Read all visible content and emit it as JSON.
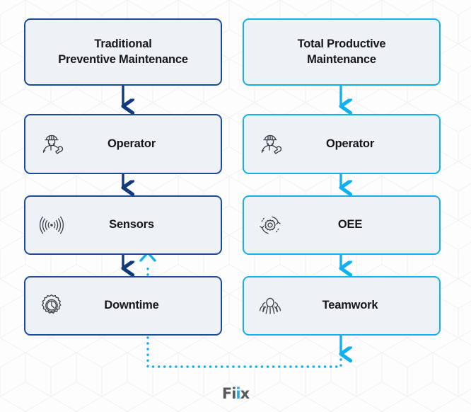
{
  "diagram": {
    "title": "Traditional Preventive Maintenance vs Total Productive Maintenance flow comparison",
    "colors": {
      "navy": "#1b4b9c",
      "navy_arrow": "#123a7a",
      "cyan": "#12b0ee",
      "node_fill": "#eef2f7",
      "background": "#fdfdfe",
      "pattern": "#f1f2f4",
      "text": "#15171a"
    },
    "left_column": {
      "name": "traditional-preventive-maintenance-column",
      "accent": "#1b4b9c",
      "nodes": [
        {
          "id": "tpm-left-title",
          "label": "Traditional\nPreventive Maintenance",
          "icon": "none"
        },
        {
          "id": "left-operator",
          "label": "Operator",
          "icon": "operator-icon"
        },
        {
          "id": "left-sensors",
          "label": "Sensors",
          "icon": "sensors-icon"
        },
        {
          "id": "left-downtime",
          "label": "Downtime",
          "icon": "downtime-icon"
        }
      ]
    },
    "right_column": {
      "name": "total-productive-maintenance-column",
      "accent": "#12b0ee",
      "nodes": [
        {
          "id": "tpm-right-title",
          "label": "Total Productive\nMaintenance",
          "icon": "none"
        },
        {
          "id": "right-operator",
          "label": "Operator",
          "icon": "operator-icon"
        },
        {
          "id": "right-oee",
          "label": "OEE",
          "icon": "oee-icon"
        },
        {
          "id": "right-teamwork",
          "label": "Teamwork",
          "icon": "teamwork-icon"
        }
      ]
    },
    "connectors": [
      {
        "name": "arrow-left-title-to-operator",
        "style": "solid",
        "color": "#123a7a",
        "direction": "down"
      },
      {
        "name": "arrow-left-operator-to-sensors",
        "style": "solid",
        "color": "#123a7a",
        "direction": "down"
      },
      {
        "name": "arrow-left-sensors-to-downtime",
        "style": "solid",
        "color": "#123a7a",
        "direction": "down"
      },
      {
        "name": "arrow-right-title-to-operator",
        "style": "solid",
        "color": "#12b0ee",
        "direction": "down"
      },
      {
        "name": "arrow-right-operator-to-oee",
        "style": "solid",
        "color": "#12b0ee",
        "direction": "down"
      },
      {
        "name": "arrow-right-oee-to-teamwork",
        "style": "solid",
        "color": "#12b0ee",
        "direction": "down"
      },
      {
        "name": "arrow-teamwork-feedback-down",
        "style": "solid",
        "color": "#12b0ee",
        "direction": "down"
      },
      {
        "name": "feedback-loop-dotted",
        "style": "dotted",
        "color": "#12b0ee",
        "direction": "up",
        "note": "loops from below Teamwork back to between Sensors and Downtime"
      }
    ]
  },
  "logo": {
    "name": "fiix-logo",
    "part1": "Fi",
    "part2": "i",
    "part3": "x",
    "full_text": "Fiix"
  }
}
